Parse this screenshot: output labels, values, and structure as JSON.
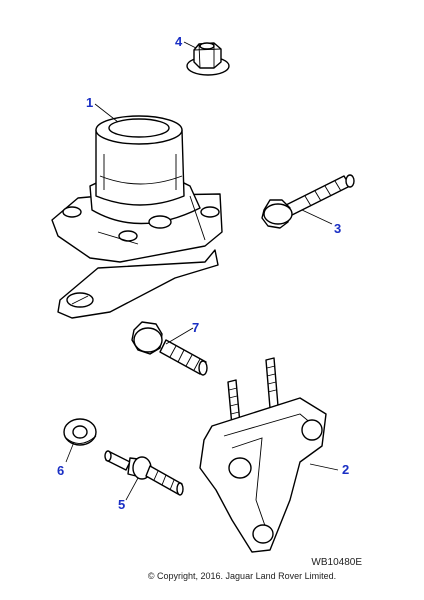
{
  "callouts": [
    {
      "id": "1",
      "label": "1"
    },
    {
      "id": "2",
      "label": "2"
    },
    {
      "id": "3",
      "label": "3"
    },
    {
      "id": "4",
      "label": "4"
    },
    {
      "id": "5",
      "label": "5"
    },
    {
      "id": "6",
      "label": "6"
    },
    {
      "id": "7",
      "label": "7"
    }
  ],
  "colors": {
    "callout": "#1a2fc4",
    "line": "#000000"
  },
  "reference": "WB10480E",
  "copyright": "© Copyright, 2016. Jaguar Land Rover Limited."
}
